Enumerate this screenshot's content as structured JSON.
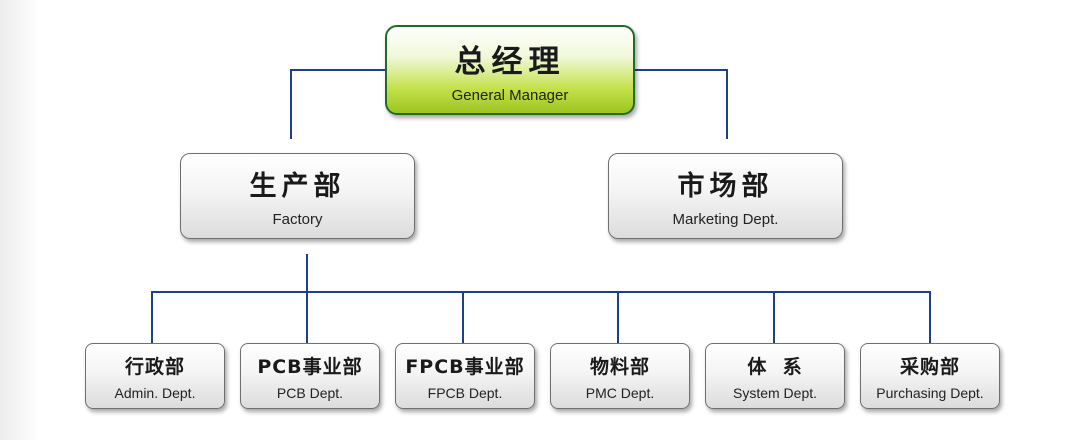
{
  "colors": {
    "connector": "#1d3f8c",
    "gm_gradient_top": "#f0f8d8",
    "gm_gradient_bottom": "#9cc520",
    "gm_border": "#1e6b2a",
    "box_gradient_bottom": "#dcdcdc"
  },
  "general_manager": {
    "zh": "总经理",
    "en": "General Manager"
  },
  "divisions": [
    {
      "zh": "生产部",
      "en": "Factory"
    },
    {
      "zh": "市场部",
      "en": "Marketing Dept."
    }
  ],
  "departments": [
    {
      "zh": "行政部",
      "en": "Admin. Dept."
    },
    {
      "zh": "PCB事业部",
      "en": "PCB Dept."
    },
    {
      "zh": "FPCB事业部",
      "en": "FPCB Dept."
    },
    {
      "zh": "物料部",
      "en": "PMC Dept."
    },
    {
      "zh": "体  系",
      "en": "System Dept."
    },
    {
      "zh": "采购部",
      "en": "Purchasing Dept."
    }
  ]
}
